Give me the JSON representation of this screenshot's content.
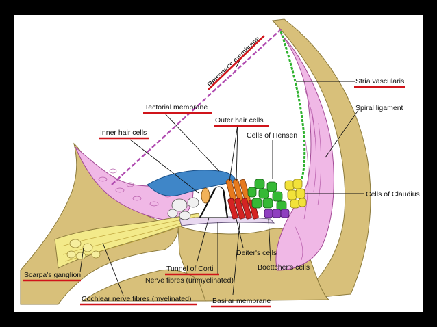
{
  "labels": {
    "reissner": "Reissner's membrane",
    "tectorial": "Tectorial membrane",
    "outer_hair": "Outer hair cells",
    "inner_hair": "Inner hair cells",
    "hensen": "Cells of Hensen",
    "stria": "Stria vascularis",
    "spiral_lig": "Spiral ligament",
    "claudius": "Cells of Claudius",
    "scarpa": "Scarpa's ganglion",
    "tunnel": "Tunnel of Corti",
    "nerve_unmy": "Nerve fibres (unmyelinated)",
    "cochlear_nerve": "Cochlear nerve fibres (myelinated)",
    "deiter": "Deiter's cells",
    "boettcher": "Boettcher's cells",
    "basilar": "Basilar membrane"
  },
  "colors": {
    "bone": "#d8c07a",
    "tissue_pink": "#f0b8e6",
    "tectorial_blue": "#3f86c8",
    "hensen_green": "#35b935",
    "claudius_yellow": "#f2e23a",
    "outer_hair_orange": "#e67a1e",
    "deiter_red": "#d42323",
    "boettcher_purple": "#8e3fbf",
    "nerve_yellow": "#f3ea8a",
    "underline_red": "#d0141a"
  }
}
